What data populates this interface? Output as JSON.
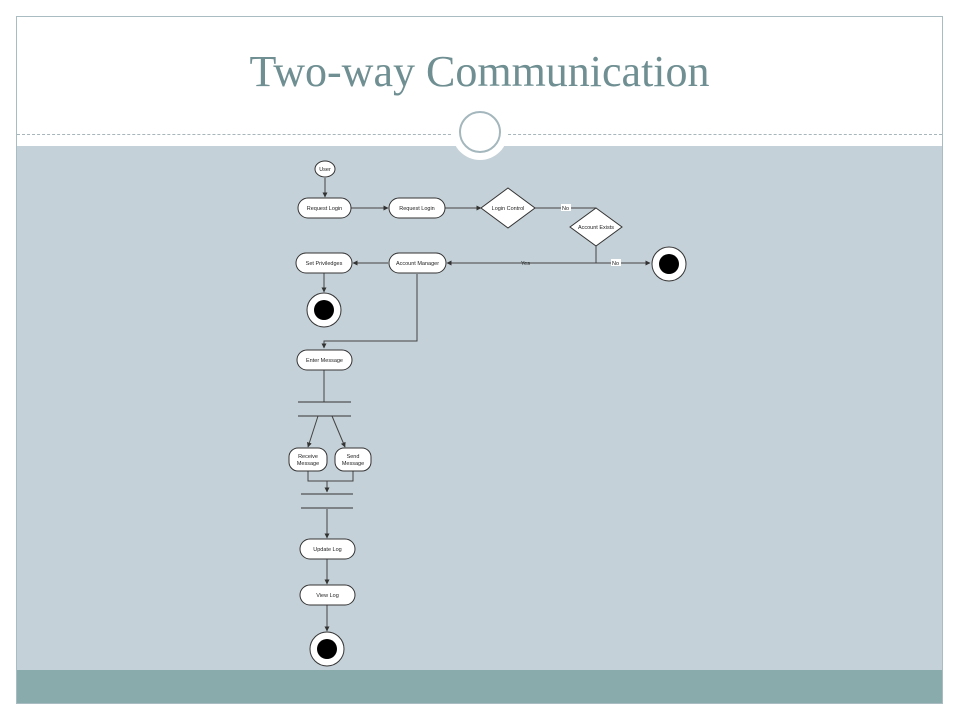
{
  "slide": {
    "title": "Two-way Communication"
  },
  "diagram": {
    "nodes": {
      "start": "User",
      "request_login_1": "Request Login",
      "request_login_2": "Request Login",
      "login_control": "Login Control",
      "account_exists": "Account Exists",
      "account_manager": "Account Manager",
      "set_privileges": "Set Priviledges",
      "enter_message": "Enter Message",
      "receive_message_line1": "Receive",
      "receive_message_line2": "Message",
      "send_message_line1": "Send",
      "send_message_line2": "Message",
      "update_log": "Update Log",
      "view_log": "View Log"
    },
    "edge_labels": {
      "login_control_no": "No",
      "account_exists_yes": "Yes",
      "account_exists_no": "No"
    }
  }
}
